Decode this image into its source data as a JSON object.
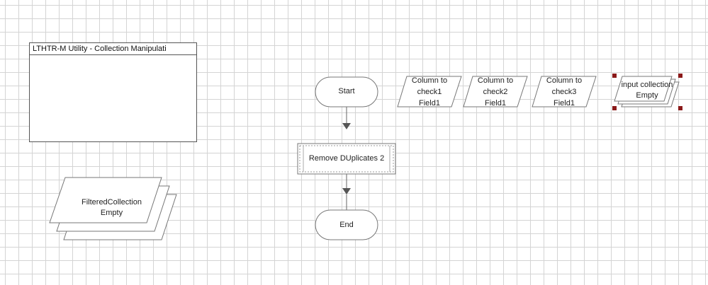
{
  "page_title": "LTHTR-M  Utility  -  Collection Manipulati",
  "filtered": {
    "name": "FilteredCollection",
    "value": "Empty"
  },
  "start_label": "Start",
  "process_label": "Remove DUplicates 2",
  "end_label": "End",
  "data_items": [
    {
      "line1": "Column to",
      "line2": "check1",
      "value": "Field1"
    },
    {
      "line1": "Column to",
      "line2": "check2",
      "value": "Field1"
    },
    {
      "line1": "Column to",
      "line2": "check3",
      "value": "Field1"
    }
  ],
  "input_collection": {
    "name": "input collection",
    "value": "Empty"
  },
  "colors": {
    "grid": "#d4d4d4",
    "stroke": "#666666",
    "handle": "#8b1a1a",
    "arrow": "#555555"
  }
}
